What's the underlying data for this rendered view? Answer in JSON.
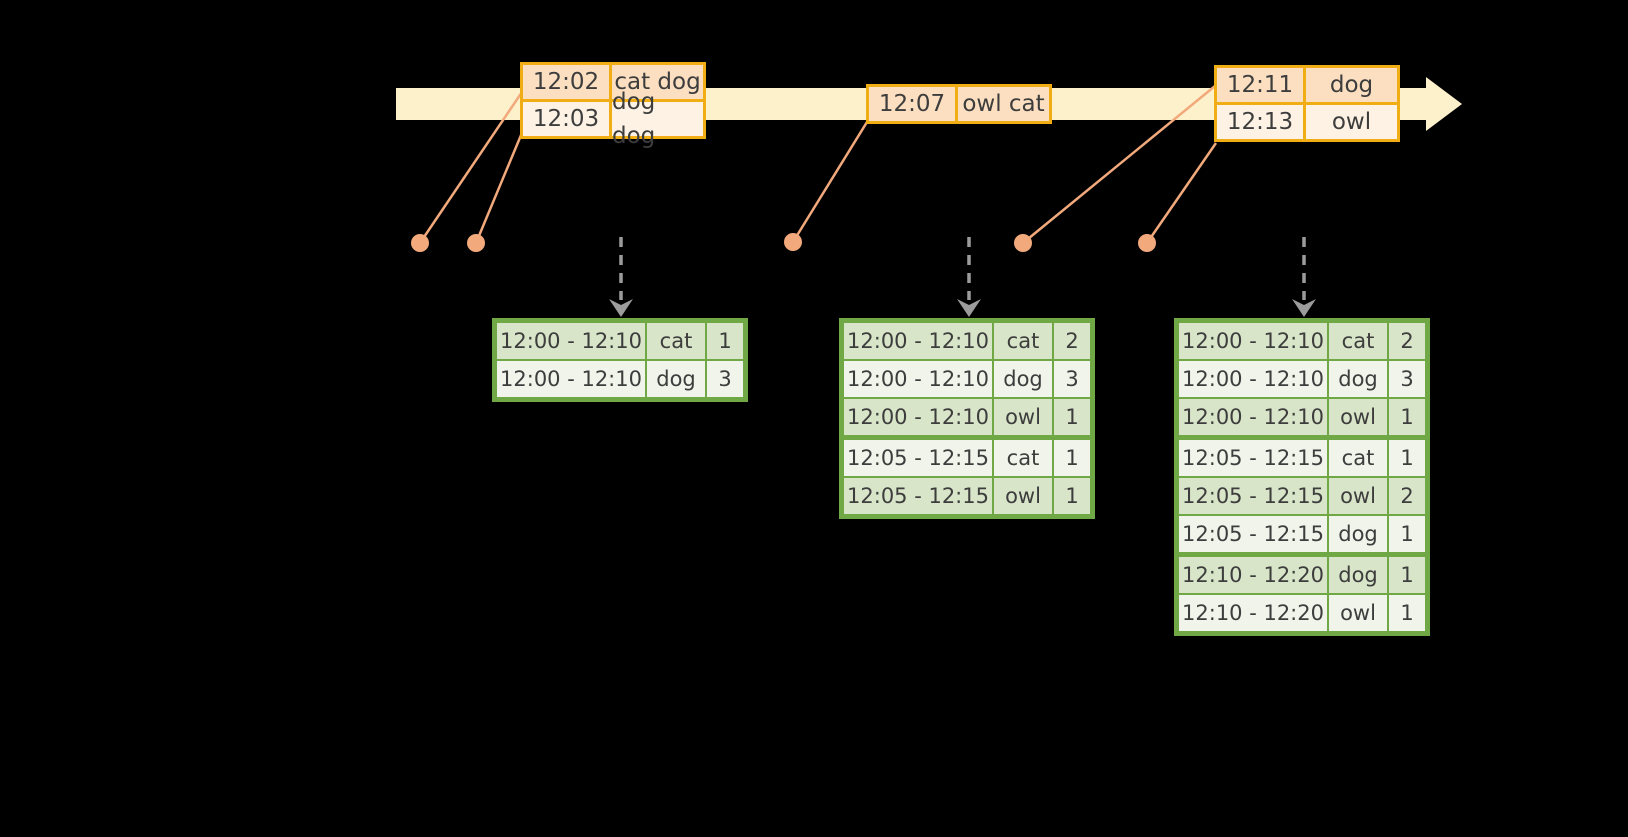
{
  "background": "#000000",
  "palette": {
    "timeline_band": "#fdf1cb",
    "event_table_border": "#f0ae14",
    "event_row_dark": "#fbdfc0",
    "event_row_light": "#fdf2e3",
    "connector_salmon": "#f2a97c",
    "trigger_arrow_gray": "#9c9c9c",
    "result_table_border": "#70a845",
    "result_row_dark": "#d8e5c8",
    "result_row_light": "#f0f4ea",
    "text": "#3d3d3d"
  },
  "event_tables": [
    {
      "rows": [
        {
          "time": "12:02",
          "words": "cat dog"
        },
        {
          "time": "12:03",
          "words": "dog dog"
        }
      ]
    },
    {
      "rows": [
        {
          "time": "12:07",
          "words": "owl cat"
        }
      ]
    },
    {
      "rows": [
        {
          "time": "12:11",
          "words": "dog"
        },
        {
          "time": "12:13",
          "words": "owl"
        }
      ]
    }
  ],
  "result_tables": [
    {
      "rows": [
        {
          "window": "12:00 - 12:10",
          "word": "cat",
          "count": "1"
        },
        {
          "window": "12:00 - 12:10",
          "word": "dog",
          "count": "3"
        }
      ]
    },
    {
      "rows": [
        {
          "window": "12:00 - 12:10",
          "word": "cat",
          "count": "2"
        },
        {
          "window": "12:00 - 12:10",
          "word": "dog",
          "count": "3"
        },
        {
          "window": "12:00 - 12:10",
          "word": "owl",
          "count": "1"
        },
        {
          "window": "12:05 - 12:15",
          "word": "cat",
          "count": "1"
        },
        {
          "window": "12:05 - 12:15",
          "word": "owl",
          "count": "1"
        }
      ]
    },
    {
      "rows": [
        {
          "window": "12:00 - 12:10",
          "word": "cat",
          "count": "2"
        },
        {
          "window": "12:00 - 12:10",
          "word": "dog",
          "count": "3"
        },
        {
          "window": "12:00 - 12:10",
          "word": "owl",
          "count": "1"
        },
        {
          "window": "12:05 - 12:15",
          "word": "cat",
          "count": "1"
        },
        {
          "window": "12:05 - 12:15",
          "word": "owl",
          "count": "2"
        },
        {
          "window": "12:05 - 12:15",
          "word": "dog",
          "count": "1"
        },
        {
          "window": "12:10 - 12:20",
          "word": "dog",
          "count": "1"
        },
        {
          "window": "12:10 - 12:20",
          "word": "owl",
          "count": "1"
        }
      ]
    }
  ]
}
